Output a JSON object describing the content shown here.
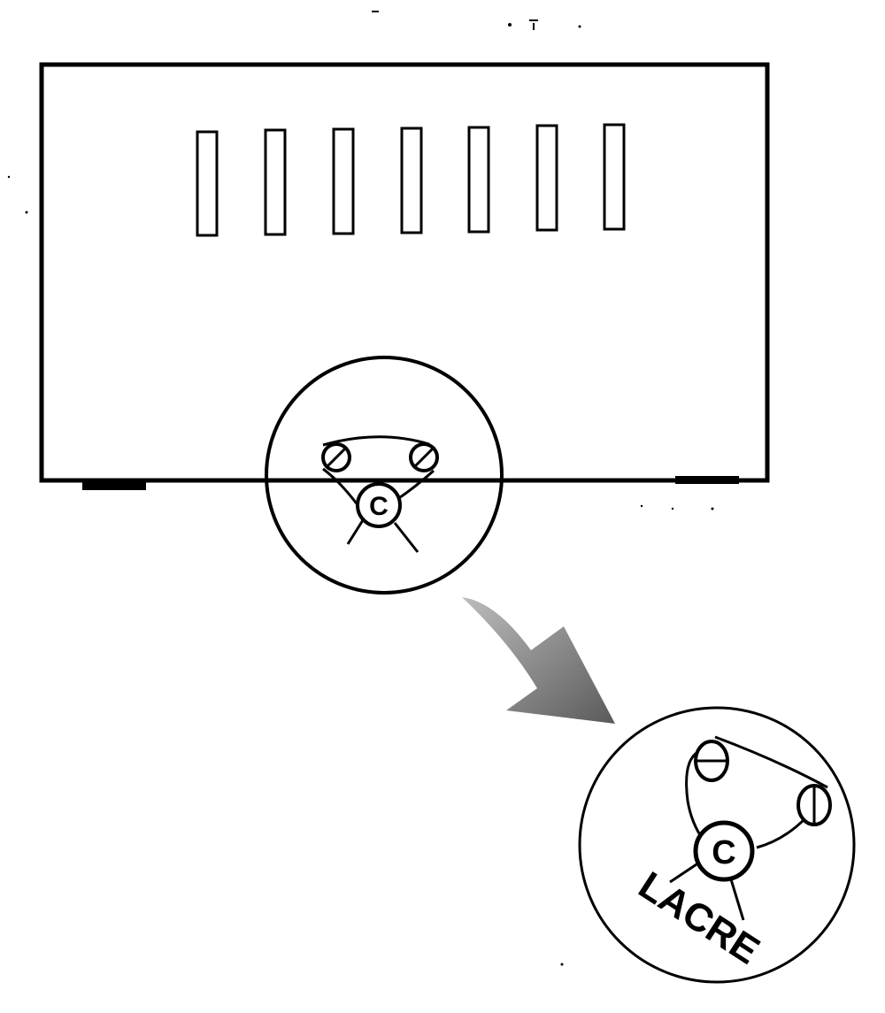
{
  "seal_small": {
    "letter": "C"
  },
  "seal_detail": {
    "letter": "C",
    "label": "LACRE"
  },
  "icons": {
    "device": "device-enclosure-icon",
    "screw": "screw-head-icon",
    "arrow": "arrow-down-right-icon"
  },
  "colors": {
    "ink": "#000000",
    "paper": "#ffffff",
    "arrow": "#8a8a8a"
  }
}
